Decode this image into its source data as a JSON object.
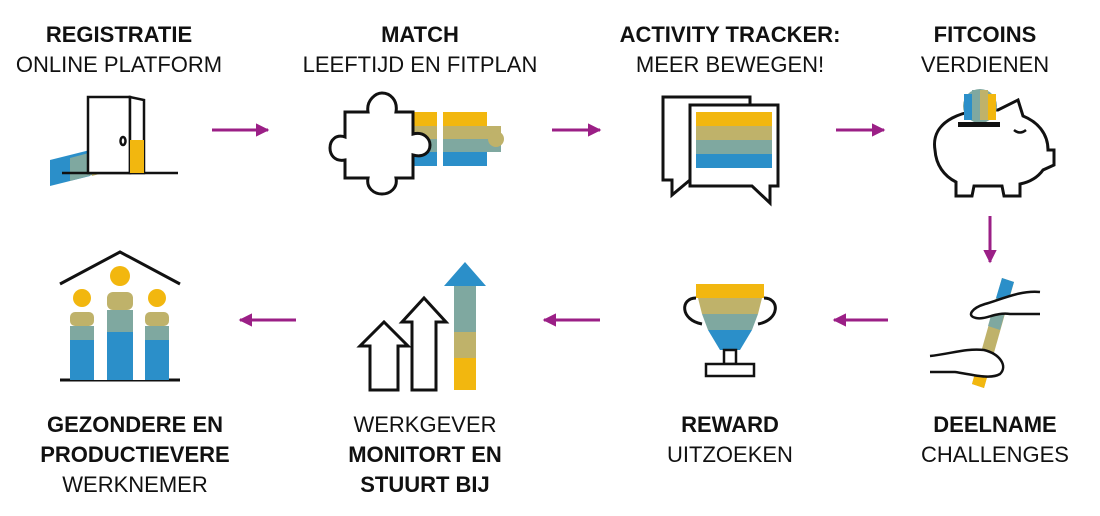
{
  "steps": [
    {
      "bold": "REGISTRATIE",
      "normal": "ONLINE PLATFORM"
    },
    {
      "bold": "MATCH",
      "normal": "LEEFTIJD EN FITPLAN"
    },
    {
      "bold": "ACTIVITY TRACKER:",
      "normal": "MEER BEWEGEN!"
    },
    {
      "bold": "FITCOINS",
      "normal": "VERDIENEN"
    },
    {
      "bold": "DEELNAME",
      "normal": "CHALLENGES"
    },
    {
      "bold": "REWARD",
      "normal": "UITZOEKEN"
    },
    {
      "normal": "WERKGEVER",
      "bold1": "MONITORT EN",
      "bold2": "STUURT BIJ"
    },
    {
      "bold1": "GEZONDERE EN",
      "bold2": "PRODUCTIEVERE",
      "normal": "WERKNEMER"
    }
  ],
  "colors": {
    "arrow": "#9b1f86",
    "yellow": "#f2b70f",
    "olive": "#bfb26a",
    "teal": "#7fa8a0",
    "blue": "#2b8fc9",
    "outline": "#111111"
  },
  "icons": [
    "door-icon",
    "puzzle-icon",
    "chat-icon",
    "piggy-bank-icon",
    "handshake-stick-icon",
    "trophy-icon",
    "growth-arrows-icon",
    "people-house-icon"
  ]
}
